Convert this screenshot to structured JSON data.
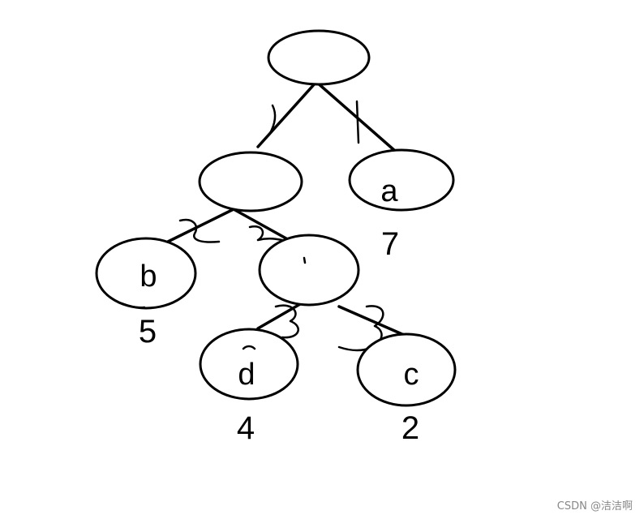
{
  "tree": {
    "nodes": [
      {
        "id": "root",
        "label": ""
      },
      {
        "id": "internal-1",
        "label": ""
      },
      {
        "id": "a",
        "label": "a",
        "weight": "7"
      },
      {
        "id": "b",
        "label": "b",
        "weight": "5"
      },
      {
        "id": "internal-2",
        "label": ""
      },
      {
        "id": "d",
        "label": "d",
        "weight": "4"
      },
      {
        "id": "c",
        "label": "c",
        "weight": "2"
      }
    ],
    "edges": [
      {
        "from": "root",
        "to": "internal-1"
      },
      {
        "from": "root",
        "to": "a"
      },
      {
        "from": "internal-1",
        "to": "b"
      },
      {
        "from": "internal-1",
        "to": "internal-2"
      },
      {
        "from": "internal-2",
        "to": "d"
      },
      {
        "from": "internal-2",
        "to": "c"
      }
    ]
  },
  "watermark": "CSDN @洁洁啊"
}
